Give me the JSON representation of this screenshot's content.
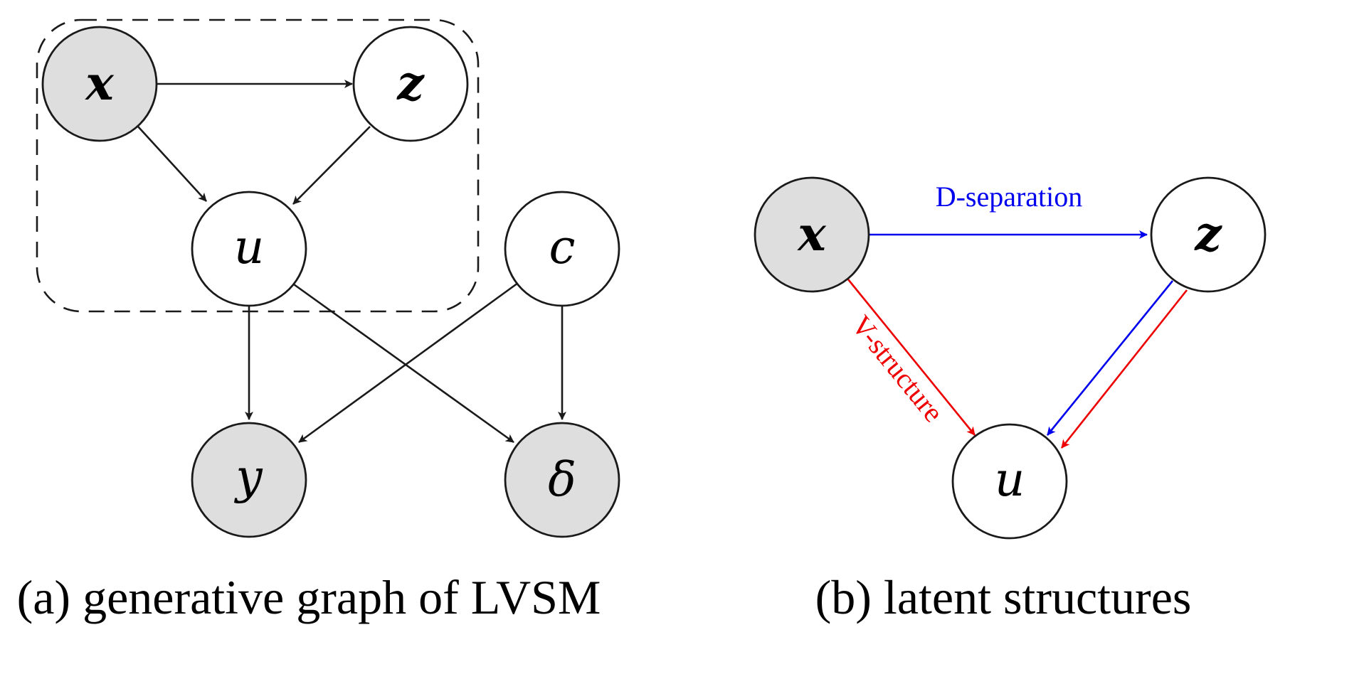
{
  "panel_a": {
    "caption": "(a) generative graph of LVSM",
    "nodes": [
      {
        "id": "x",
        "label": "x",
        "observed": true,
        "bold": true
      },
      {
        "id": "z",
        "label": "z",
        "observed": false,
        "bold": true
      },
      {
        "id": "u",
        "label": "u",
        "observed": false,
        "bold": false
      },
      {
        "id": "c",
        "label": "c",
        "observed": false,
        "bold": false
      },
      {
        "id": "y",
        "label": "y",
        "observed": true,
        "bold": false
      },
      {
        "id": "delta",
        "label": "δ",
        "observed": true,
        "bold": false
      }
    ],
    "edges": [
      {
        "from": "x",
        "to": "z"
      },
      {
        "from": "x",
        "to": "u"
      },
      {
        "from": "z",
        "to": "u"
      },
      {
        "from": "u",
        "to": "y"
      },
      {
        "from": "u",
        "to": "delta"
      },
      {
        "from": "c",
        "to": "y"
      },
      {
        "from": "c",
        "to": "delta"
      }
    ]
  },
  "panel_b": {
    "caption": "(b) latent structures",
    "nodes": [
      {
        "id": "x",
        "label": "x",
        "observed": true,
        "bold": true
      },
      {
        "id": "z",
        "label": "z",
        "observed": false,
        "bold": true
      },
      {
        "id": "u",
        "label": "u",
        "observed": false,
        "bold": false
      }
    ],
    "edges": [
      {
        "from": "x",
        "to": "z",
        "color": "#0000ee"
      },
      {
        "from": "x",
        "to": "u",
        "color": "#ee0000"
      },
      {
        "from": "z",
        "to": "u",
        "color": "#0000ee"
      },
      {
        "from": "z",
        "to": "u",
        "color": "#ee0000"
      }
    ],
    "labels": {
      "d_separation": "D-separation",
      "v_structure": "V-structure"
    }
  },
  "colors": {
    "observed_fill": "#dedede",
    "latent_fill": "#ffffff",
    "stroke": "#1a1a1a",
    "blue": "#0000ee",
    "red": "#ee0000"
  }
}
